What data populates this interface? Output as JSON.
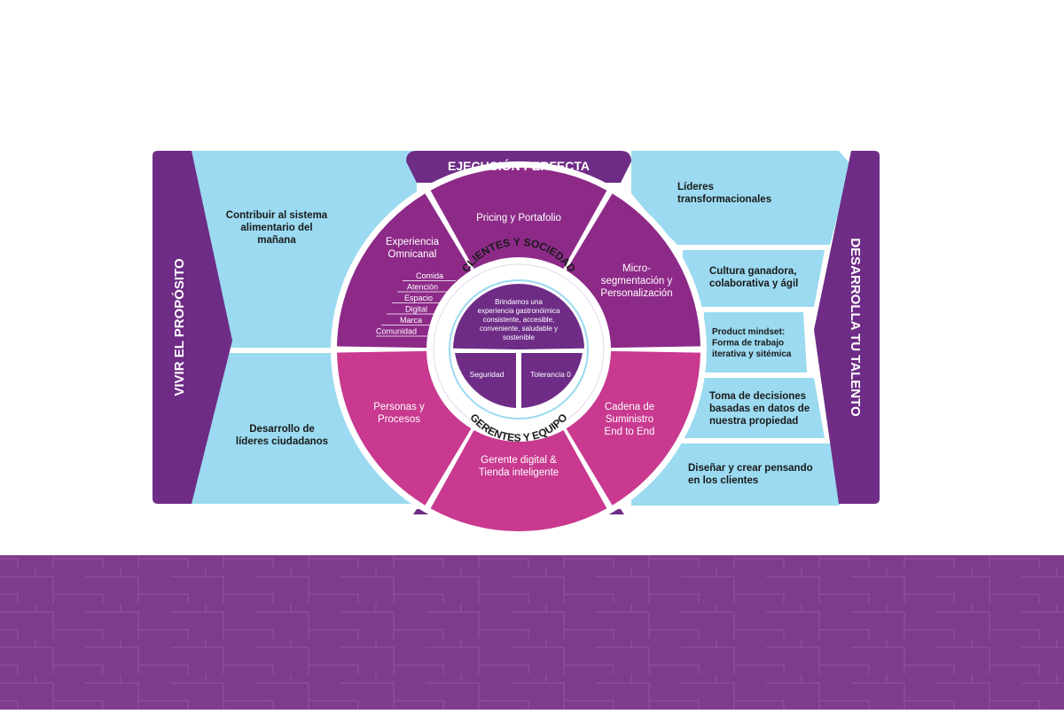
{
  "colors": {
    "page_background": "#ffffff",
    "dark_purple": "#6e2c86",
    "mid_purple": "#8d2a88",
    "magenta": "#c8398f",
    "light_blue": "#9bdaf0",
    "band_purple": "#7f3c8d",
    "text_dark": "#1a1a1a",
    "text_light": "#ffffff"
  },
  "top_banner": "EJECUCIÓN PERFECTA",
  "left_column": {
    "title": "VIVIR EL PROPÓSITO",
    "top_text": [
      "Contribuir al sistema",
      "alimentario del",
      "mañana"
    ],
    "bottom_text": [
      "Desarrollo de",
      "líderes ciudadanos"
    ]
  },
  "right_column": {
    "title": "DESARROLLA TU TALENTO",
    "items": [
      {
        "lines": [
          "Líderes",
          "transformacionales"
        ]
      },
      {
        "lines": [
          "Cultura ganadora,",
          "colaborativa y ágil"
        ]
      },
      {
        "lines": [
          "Product mindset:",
          "Forma de trabajo",
          "iterativa y sitémica"
        ]
      },
      {
        "lines": [
          "Toma de decisiones",
          "basadas en datos de",
          "nuestra propiedad"
        ]
      },
      {
        "lines": [
          "Diseñar y crear pensando",
          "en los clientes"
        ]
      }
    ]
  },
  "wheel": {
    "outer_segments": [
      {
        "lines": [
          "Pricing y Portafolio"
        ]
      },
      {
        "lines": [
          "Micro-",
          "segmentación y",
          "Personalización"
        ]
      },
      {
        "lines": [
          "Cadena de",
          "Suministro",
          "End to End"
        ]
      },
      {
        "lines": [
          "Gerente digital &",
          "Tienda inteligente"
        ]
      },
      {
        "lines": [
          "Personas y",
          "Procesos"
        ]
      },
      {
        "lines": [
          "Experiencia",
          "Omnicanal"
        ]
      }
    ],
    "omnichannel_list": [
      "Comida",
      "Atención",
      "Espacio",
      "Digital",
      "Marca",
      "Comunidad"
    ],
    "ring_top_label": "CLIENTES Y SOCIEDAD",
    "ring_bottom_label": "GERENTES Y EQUIPO",
    "core_text": [
      "Brindamos una",
      "experiencia gastronóimica",
      "consistente, accesible,",
      "conveniente, saludable y",
      "sostenible"
    ],
    "core_left": "Seguridad",
    "core_right": "Tolerancia 0"
  }
}
